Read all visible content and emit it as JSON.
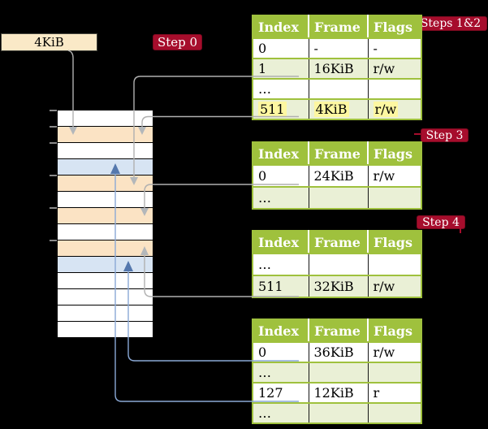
{
  "colors": {
    "background": "#000000",
    "table_green": "#9fc13d",
    "table_row_tint": "#eaf0d6",
    "step_badge_red": "#a60d2c",
    "label_box_cream": "#fae9c7",
    "frame_pagetable_peach": "#fbe3c4",
    "frame_data_blue": "#d7e4f3",
    "highlight_yellow": "#fdf7a1",
    "connector_gray": "#b0b0b0",
    "connector_blue": "#8aa9d6",
    "arrow_blue": "#5578ad"
  },
  "page_size_label": "4KiB",
  "badges": {
    "steps_1_2": "Steps 1&2",
    "step_0": "Step 0",
    "step_3": "Step 3",
    "step_4": "Step 4"
  },
  "memory": {
    "rows": [
      {
        "kind": "free"
      },
      {
        "kind": "page-table"
      },
      {
        "kind": "free"
      },
      {
        "kind": "data"
      },
      {
        "kind": "page-table"
      },
      {
        "kind": "free"
      },
      {
        "kind": "page-table"
      },
      {
        "kind": "free"
      },
      {
        "kind": "page-table"
      },
      {
        "kind": "data"
      },
      {
        "kind": "free"
      },
      {
        "kind": "free"
      },
      {
        "kind": "free"
      },
      {
        "kind": "free"
      }
    ]
  },
  "tables": [
    {
      "id": "page-table-1",
      "header": [
        "Index",
        "Frame",
        "Flags"
      ],
      "rows": [
        {
          "cells": [
            "0",
            "-",
            "-"
          ],
          "shaded": false,
          "highlight": false
        },
        {
          "cells": [
            "1",
            "16KiB",
            "r/w"
          ],
          "shaded": true,
          "highlight": false
        },
        {
          "cells": [
            "…",
            "",
            ""
          ],
          "shaded": false,
          "highlight": false
        },
        {
          "cells": [
            "511",
            "4KiB",
            "r/w"
          ],
          "shaded": true,
          "highlight": true
        }
      ]
    },
    {
      "id": "page-table-2",
      "header": [
        "Index",
        "Frame",
        "Flags"
      ],
      "rows": [
        {
          "cells": [
            "0",
            "24KiB",
            "r/w"
          ],
          "shaded": false,
          "highlight": false
        },
        {
          "cells": [
            "…",
            "",
            ""
          ],
          "shaded": true,
          "highlight": false
        }
      ]
    },
    {
      "id": "page-table-3",
      "header": [
        "Index",
        "Frame",
        "Flags"
      ],
      "rows": [
        {
          "cells": [
            "…",
            "",
            ""
          ],
          "shaded": false,
          "highlight": false
        },
        {
          "cells": [
            "511",
            "32KiB",
            "r/w"
          ],
          "shaded": true,
          "highlight": false
        }
      ]
    },
    {
      "id": "page-table-4",
      "header": [
        "Index",
        "Frame",
        "Flags"
      ],
      "rows": [
        {
          "cells": [
            "0",
            "36KiB",
            "r/w"
          ],
          "shaded": false,
          "highlight": false
        },
        {
          "cells": [
            "…",
            "",
            ""
          ],
          "shaded": true,
          "highlight": false
        },
        {
          "cells": [
            "127",
            "12KiB",
            "r"
          ],
          "shaded": false,
          "highlight": false
        },
        {
          "cells": [
            "…",
            "",
            ""
          ],
          "shaded": true,
          "highlight": false
        }
      ]
    }
  ],
  "connections": [
    {
      "from": "page-size-label",
      "to": "frame-4KiB",
      "color": "gray"
    },
    {
      "from": "table1-entry-1",
      "to": "frame-16KiB",
      "color": "gray"
    },
    {
      "from": "table1-entry-511",
      "to": "frame-4KiB",
      "color": "gray"
    },
    {
      "from": "table2-entry-0",
      "to": "frame-24KiB",
      "color": "gray"
    },
    {
      "from": "table3-entry-511",
      "to": "frame-32KiB",
      "color": "gray"
    },
    {
      "from": "table4-entry-0",
      "to": "frame-36KiB",
      "color": "blue"
    },
    {
      "from": "table4-entry-127",
      "to": "frame-12KiB",
      "color": "blue"
    }
  ]
}
